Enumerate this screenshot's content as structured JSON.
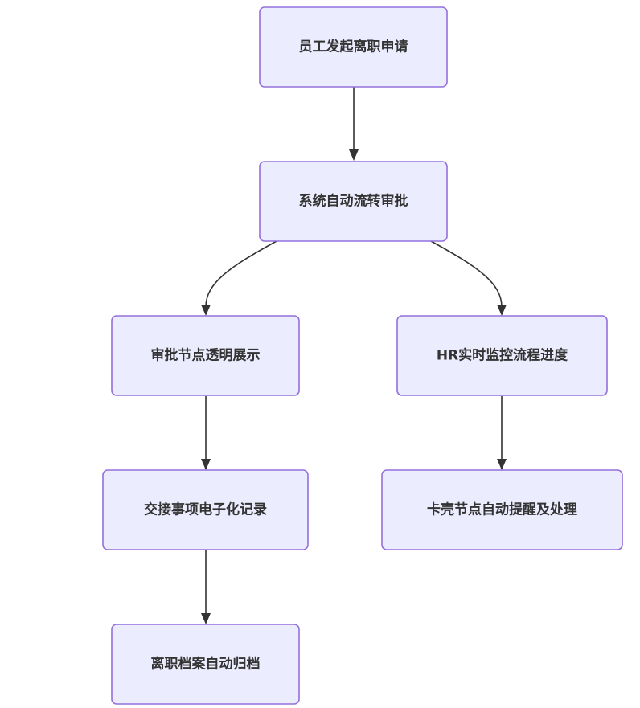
{
  "nodes": {
    "submit": {
      "label": "员工发起离职申请"
    },
    "approval": {
      "label": "系统自动流转审批"
    },
    "visible": {
      "label": "审批节点透明展示"
    },
    "hr": {
      "label": "HR实时监控流程进度"
    },
    "handover": {
      "label": "交接事项电子化记录"
    },
    "reminder": {
      "label": "卡壳节点自动提醒及处理"
    },
    "archive": {
      "label": "离职档案自动归档"
    }
  },
  "edges": [
    {
      "from": "submit",
      "to": "approval"
    },
    {
      "from": "approval",
      "to": "visible"
    },
    {
      "from": "approval",
      "to": "hr"
    },
    {
      "from": "visible",
      "to": "handover"
    },
    {
      "from": "hr",
      "to": "reminder"
    },
    {
      "from": "handover",
      "to": "archive"
    }
  ],
  "colors": {
    "node_fill": "#ECECFF",
    "node_stroke": "#9370DB",
    "edge": "#333333",
    "text": "#333333"
  }
}
